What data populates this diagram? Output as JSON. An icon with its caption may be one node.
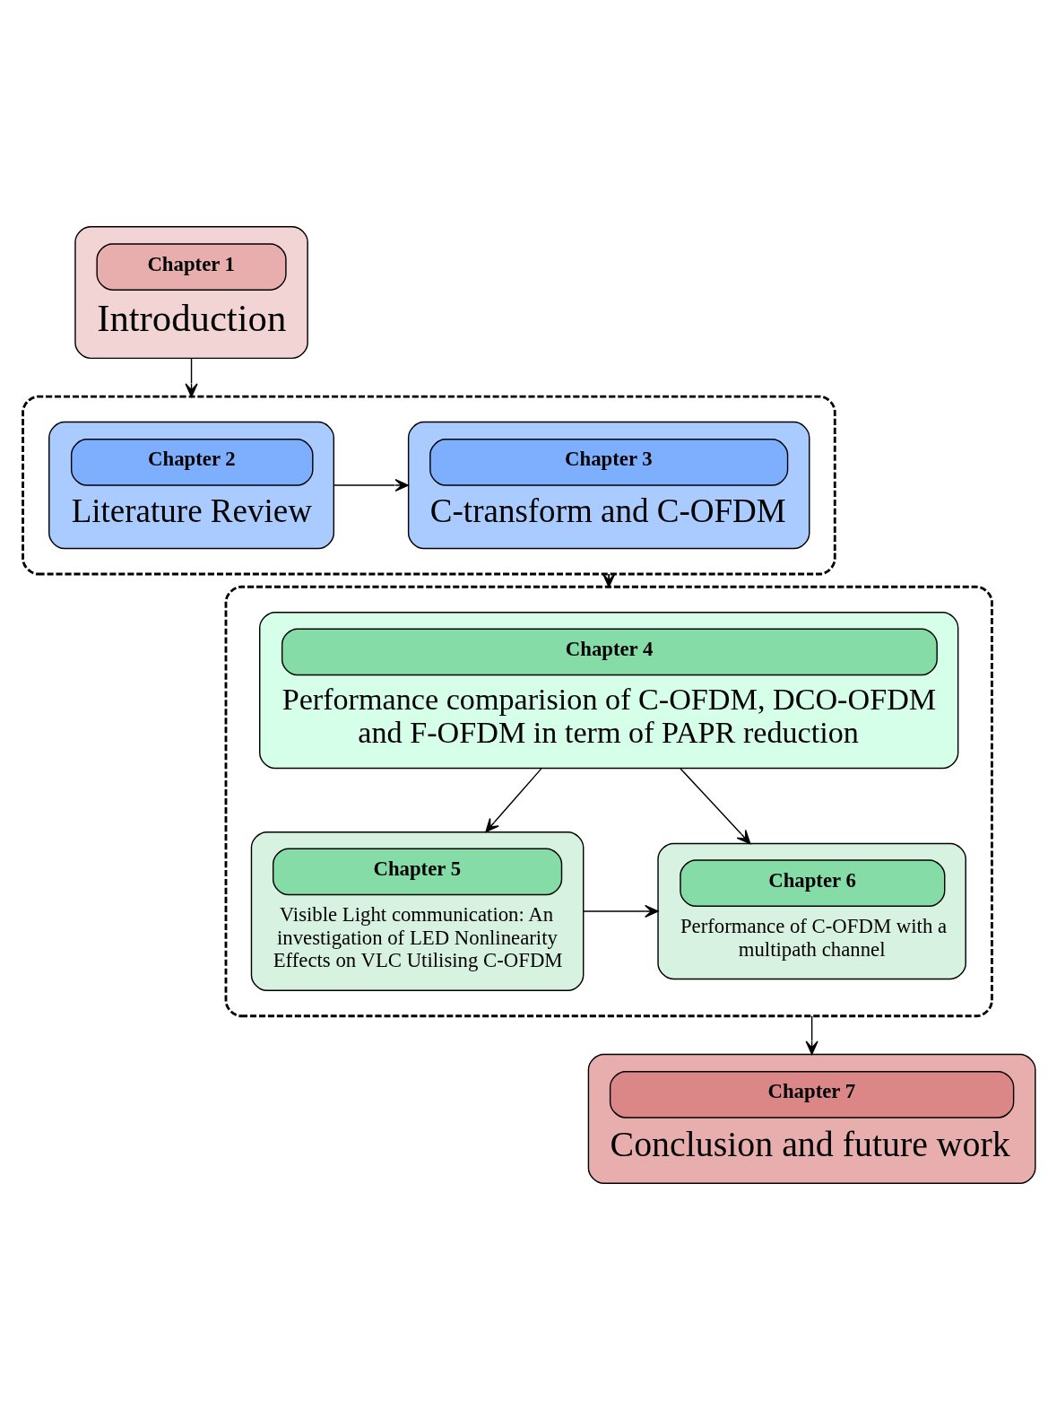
{
  "diagram": {
    "nodes": [
      {
        "text": [
          "Chapter 1",
          "Introduction"
        ]
      },
      {
        "text": [],
        "shape": "box"
      },
      {
        "text": [
          "Chapter 2",
          "Literature Review"
        ],
        "in": 1
      },
      {
        "text": [
          "Chapter 3",
          "C-transform and C-OFDM"
        ],
        "in": 1
      },
      {
        "text": [],
        "shape": "box"
      },
      {
        "text": [
          "Chapter 4",
          "Performance comparision of C-OFDM, DCO-OFDM and F-OFDM in term of PAPR reduction"
        ],
        "in": 4
      },
      {
        "text": [
          "Chapter 5",
          "Visible Light communication: An investigation of LED Nonlinearity Effects on VLC Utilising C-OFDM"
        ],
        "in": 4
      },
      {
        "text": [
          "Chapter 6",
          "Performance of C-OFDM with a multipath channel"
        ],
        "in": 4
      },
      {
        "text": [
          "Chapter 7",
          "Conclusion and future work"
        ]
      }
    ],
    "edges": [
      {
        "from": 0,
        "to": 1,
        "arrow": "to"
      },
      {
        "from": 2,
        "to": 3,
        "arrow": "to"
      },
      {
        "from": 1,
        "to": 4,
        "arrow": "to"
      },
      {
        "from": 5,
        "to": 6,
        "arrow": "to"
      },
      {
        "from": 5,
        "to": 7,
        "arrow": "to"
      },
      {
        "from": 6,
        "to": 7,
        "arrow": "to"
      },
      {
        "from": 4,
        "to": 8,
        "arrow": "to"
      }
    ]
  }
}
